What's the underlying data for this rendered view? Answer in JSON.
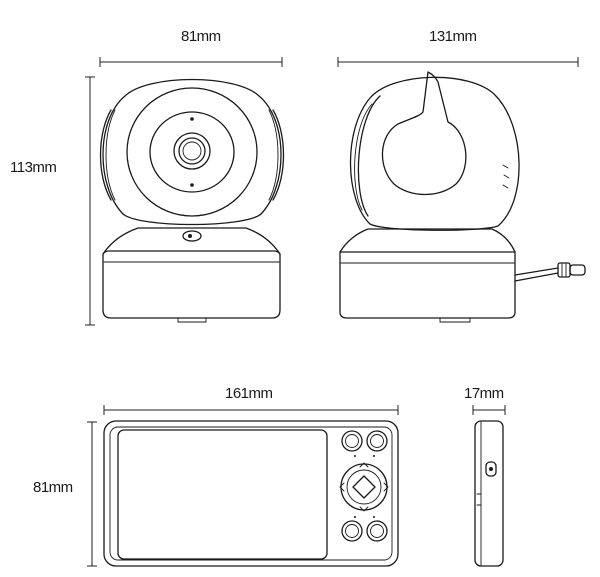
{
  "dimensions": {
    "camera_front_width": "81mm",
    "camera_side_depth": "131mm",
    "camera_height": "113mm",
    "monitor_width": "161mm",
    "monitor_height": "81mm",
    "monitor_thickness": "17mm"
  },
  "views": [
    "camera-front-view",
    "camera-side-view",
    "monitor-front-view",
    "monitor-side-view"
  ]
}
